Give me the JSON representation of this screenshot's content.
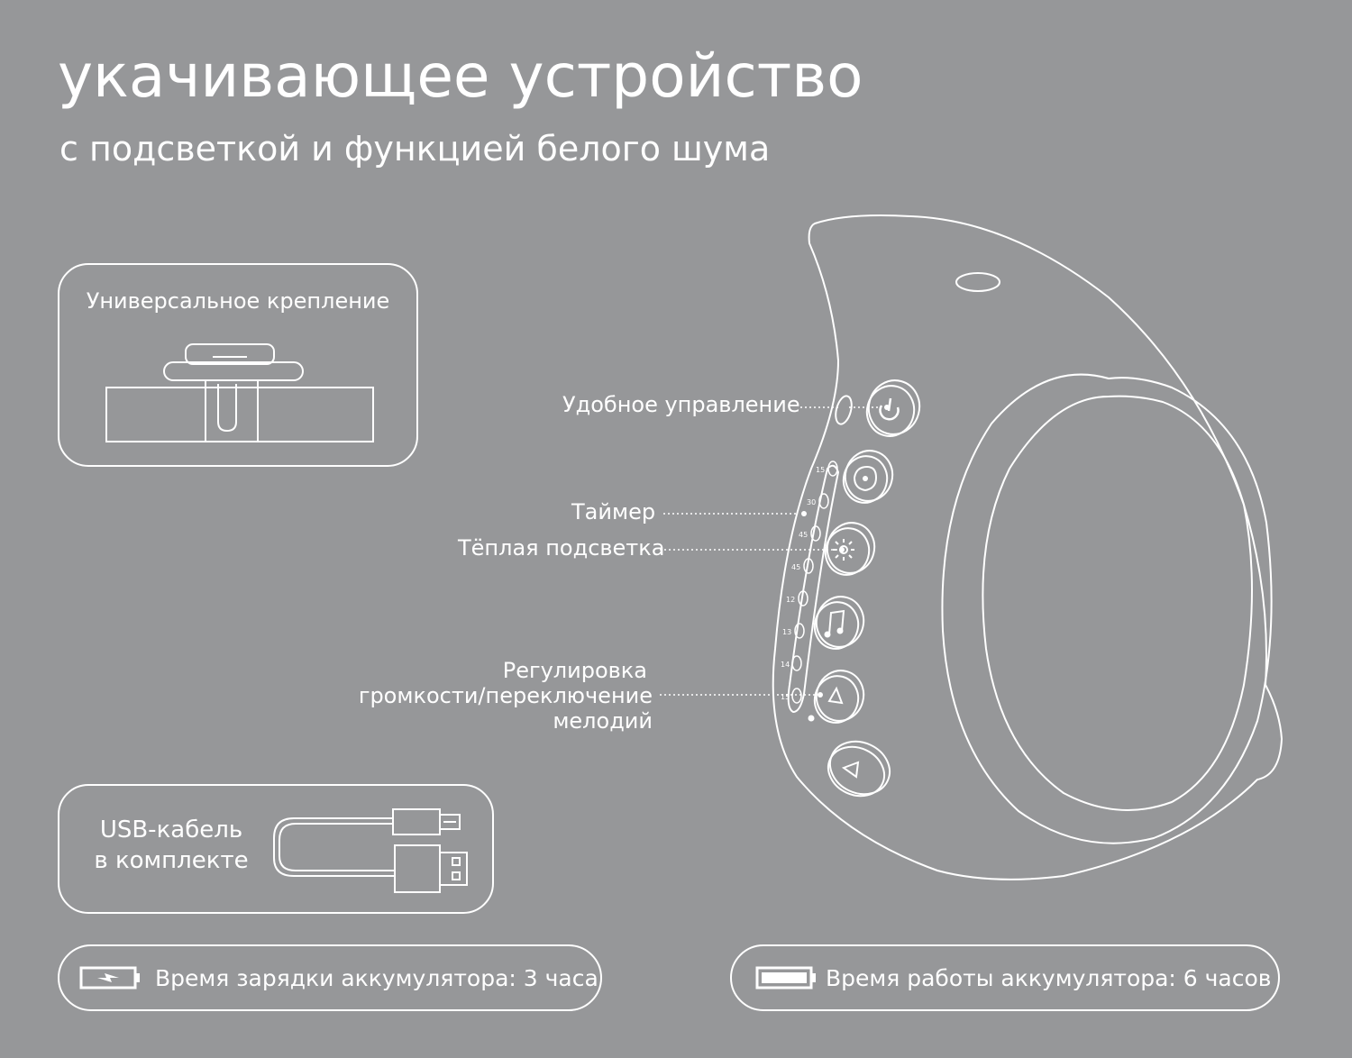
{
  "header": {
    "title": "укачивающее устройство",
    "subtitle": "с подсветкой и функцией белого шума"
  },
  "mount": {
    "label": "Универсальное крепление",
    "icon": "mount-clip-icon"
  },
  "usb": {
    "label_line1": "USB-кабель",
    "label_line2": "в комплекте",
    "icon": "usb-cable-icon"
  },
  "battery": {
    "charge_text": "Время зарядки аккумулятора: 3 часа",
    "charge_icon": "battery-charging-icon",
    "runtime_text": "Время работы аккумулятора: 6 часов",
    "runtime_icon": "battery-full-icon"
  },
  "callouts": {
    "controls": "Удобное управление",
    "timer": "Таймер",
    "light": "Тёплая подсветка",
    "volume_line1": "Регулировка",
    "volume_line2": "громкости/переключение",
    "volume_line3": "мелодий"
  },
  "device": {
    "icon": "baby-soother-device-icon",
    "timer_marks": [
      "15",
      "30",
      "45",
      "12",
      "13",
      "14",
      "15"
    ]
  },
  "colors": {
    "background": "#969799",
    "foreground": "#ffffff"
  }
}
